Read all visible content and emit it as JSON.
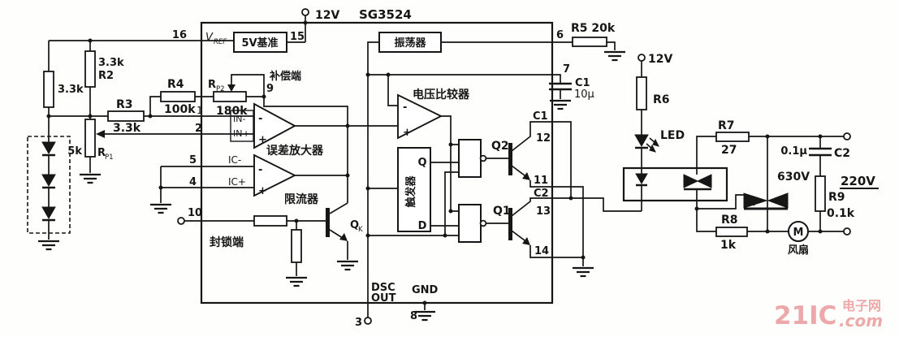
{
  "header": {
    "supply": "12V",
    "chip": "SG3524"
  },
  "signs": {
    "minus": "-",
    "plus": "+"
  },
  "ic": {
    "pin16": "16",
    "vref": "V",
    "vref_sub": "REF",
    "ref_box": "5V基准",
    "pin15": "15",
    "osc_box": "振荡器",
    "pin6": "6",
    "pin7": "7",
    "comp_pin_label": "补偿端",
    "pin9": "9",
    "rp2": "R",
    "rp2_sub": "P2",
    "rp2_val": "180k",
    "pin1": "1",
    "pin2": "2",
    "in_minus": "IN-",
    "in_plus": "IN+",
    "error_amp": "误差放大器",
    "pin5": "5",
    "pin4": "4",
    "ic_minus": "IC-",
    "ic_plus": "IC+",
    "limiter": "限流器",
    "pin10": "10",
    "shutdown": "封锁端",
    "qk": "Q",
    "qk_sub": "K",
    "comparator": "电压比较器",
    "flipflop": "触发器",
    "ff_q": "Q",
    "ff_d": "D",
    "q2": "Q2",
    "q1": "Q1",
    "c1_pin": "C1",
    "pin12": "12",
    "pin11": "11",
    "c2_pin": "C2",
    "pin13": "13",
    "pin14": "14",
    "dsc": "DSC",
    "out": "OUT",
    "pin3": "3",
    "gnd": "GND",
    "pin8": "8"
  },
  "left": {
    "r1_val": "3.3k",
    "r2": "R2",
    "r2_val": "3.3k",
    "r3": "R3",
    "r3_val": "3.3k",
    "r4": "R4",
    "r4_val": "100k",
    "rp1": "R",
    "rp1_sub": "P1",
    "rp1_val": "5k"
  },
  "timing": {
    "r5": "R5 20k",
    "c1": "C1",
    "c1_val": "10μ"
  },
  "driver": {
    "supply": "12V",
    "r6": "R6",
    "led": "LED",
    "r7": "R7",
    "r7_val": "27",
    "r8": "R8",
    "r8_val": "1k"
  },
  "load": {
    "c2_val": "0.1μ",
    "c2": "C2",
    "c2_voltage": "630V",
    "mains": "220V",
    "r9": "R9",
    "r9_val": "0.1k",
    "motor": "M",
    "fan": "风扇"
  },
  "watermark": {
    "brand": "21IC",
    "cn": "电子网",
    "com": ".com",
    "color": "#eda9a9"
  }
}
